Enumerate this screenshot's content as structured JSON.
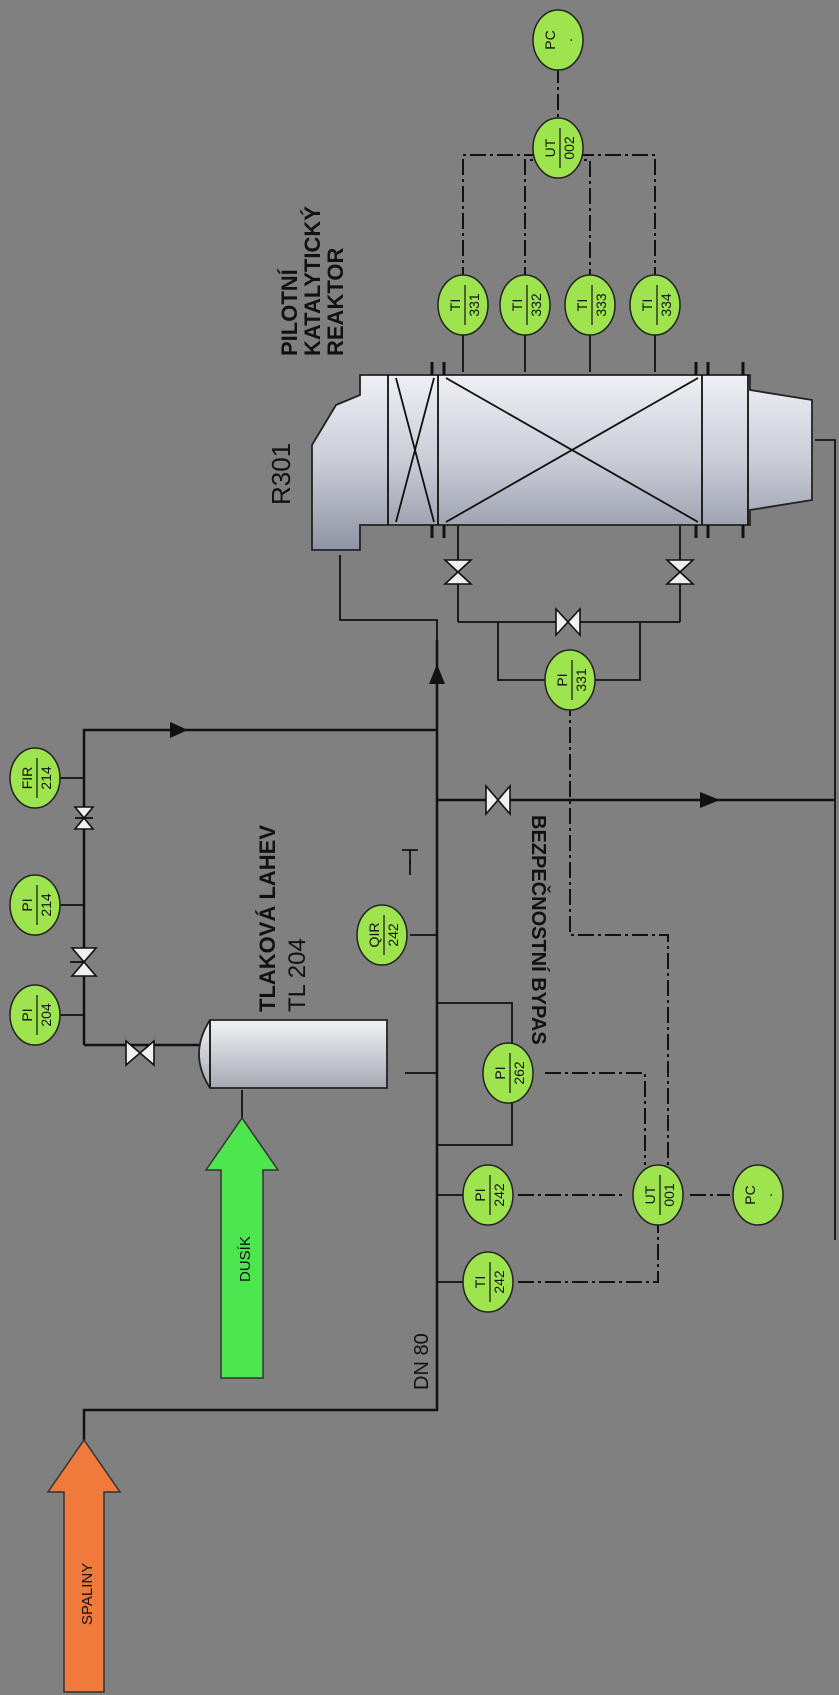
{
  "reactor": {
    "tag": "R301",
    "name_line1": "PILOTNÍ",
    "name_line2": "KATALYTICKÝ",
    "name_line3": "REAKTOR"
  },
  "bottle": {
    "name": "TLAKOVÁ LAHEV",
    "tag": "TL 204"
  },
  "pipe_size": "DN 80",
  "bypass_label": "BEZPEČNOSTNÍ BYPAS",
  "streams": {
    "flue_gas": "SPALINY",
    "nitrogen": "DUSÍK"
  },
  "instruments": {
    "pc_top": {
      "l1": "PC",
      "l2": "."
    },
    "ut002": {
      "l1": "UT",
      "l2": "002"
    },
    "ti331": {
      "l1": "TI",
      "l2": "331"
    },
    "ti332": {
      "l1": "TI",
      "l2": "332"
    },
    "ti333": {
      "l1": "TI",
      "l2": "333"
    },
    "ti334": {
      "l1": "TI",
      "l2": "334"
    },
    "pi331": {
      "l1": "PI",
      "l2": "331"
    },
    "fir214": {
      "l1": "FIR",
      "l2": "214"
    },
    "pi214": {
      "l1": "PI",
      "l2": "214"
    },
    "pi204": {
      "l1": "PI",
      "l2": "204"
    },
    "qir242": {
      "l1": "QIR",
      "l2": "242"
    },
    "pi262": {
      "l1": "PI",
      "l2": "262"
    },
    "pi242": {
      "l1": "PI",
      "l2": "242"
    },
    "ti242": {
      "l1": "TI",
      "l2": "242"
    },
    "ut001": {
      "l1": "UT",
      "l2": "001"
    },
    "pc_bottom": {
      "l1": "PC",
      "l2": "."
    }
  },
  "colors": {
    "background": "#808080",
    "instrument": "#9ee44f",
    "flue_gas_arrow": "#f07a3c",
    "nitrogen_arrow": "#4ee64e",
    "reactor_body": "#c9ccd6"
  }
}
